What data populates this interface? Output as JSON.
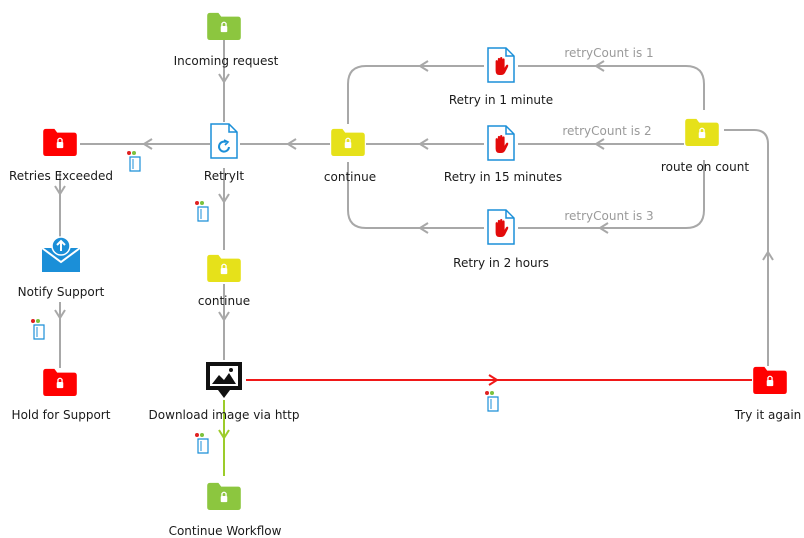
{
  "colors": {
    "green": "#8cc63f",
    "red": "#ff0000",
    "yellow": "#e6e11a",
    "grey_line": "#a8a8a8",
    "red_line": "#f01818",
    "green_line": "#9ccc2a",
    "blue": "#1b8fd8",
    "text": "#1a1a1a",
    "edge_text": "#9a9a9a"
  },
  "nodes": {
    "incoming": {
      "label": "Incoming request",
      "icon": "folder-lock-icon",
      "color": "green"
    },
    "retryit": {
      "label": "RetryIt",
      "icon": "retry-document-icon",
      "color": "blue"
    },
    "retries_exceeded": {
      "label": "Retries Exceeded",
      "icon": "folder-lock-icon",
      "color": "red"
    },
    "notify_support": {
      "label": "Notify Support",
      "icon": "mail-upload-icon",
      "color": "blue"
    },
    "hold_support": {
      "label": "Hold for Support",
      "icon": "folder-lock-icon",
      "color": "red"
    },
    "continue_mid": {
      "label": "continue",
      "icon": "folder-lock-icon",
      "color": "yellow"
    },
    "continue_left": {
      "label": "continue",
      "icon": "folder-lock-icon",
      "color": "yellow"
    },
    "retry_1m": {
      "label": "Retry in 1 minute",
      "icon": "stop-hand-document-icon",
      "color": "red"
    },
    "retry_15m": {
      "label": "Retry in 15 minutes",
      "icon": "stop-hand-document-icon",
      "color": "red"
    },
    "retry_2h": {
      "label": "Retry in 2 hours",
      "icon": "stop-hand-document-icon",
      "color": "red"
    },
    "route_count": {
      "label": "route on count",
      "icon": "folder-lock-icon",
      "color": "yellow"
    },
    "download": {
      "label": "Download image via http",
      "icon": "download-image-icon",
      "color": "black"
    },
    "continue_wf": {
      "label": "Continue Workflow",
      "icon": "folder-lock-icon",
      "color": "green"
    },
    "try_again": {
      "label": "Try it again",
      "icon": "folder-lock-icon",
      "color": "red"
    }
  },
  "edge_labels": {
    "count1": "retryCount is 1",
    "count2": "retryCount is 2",
    "count3": "retryCount is 3"
  }
}
